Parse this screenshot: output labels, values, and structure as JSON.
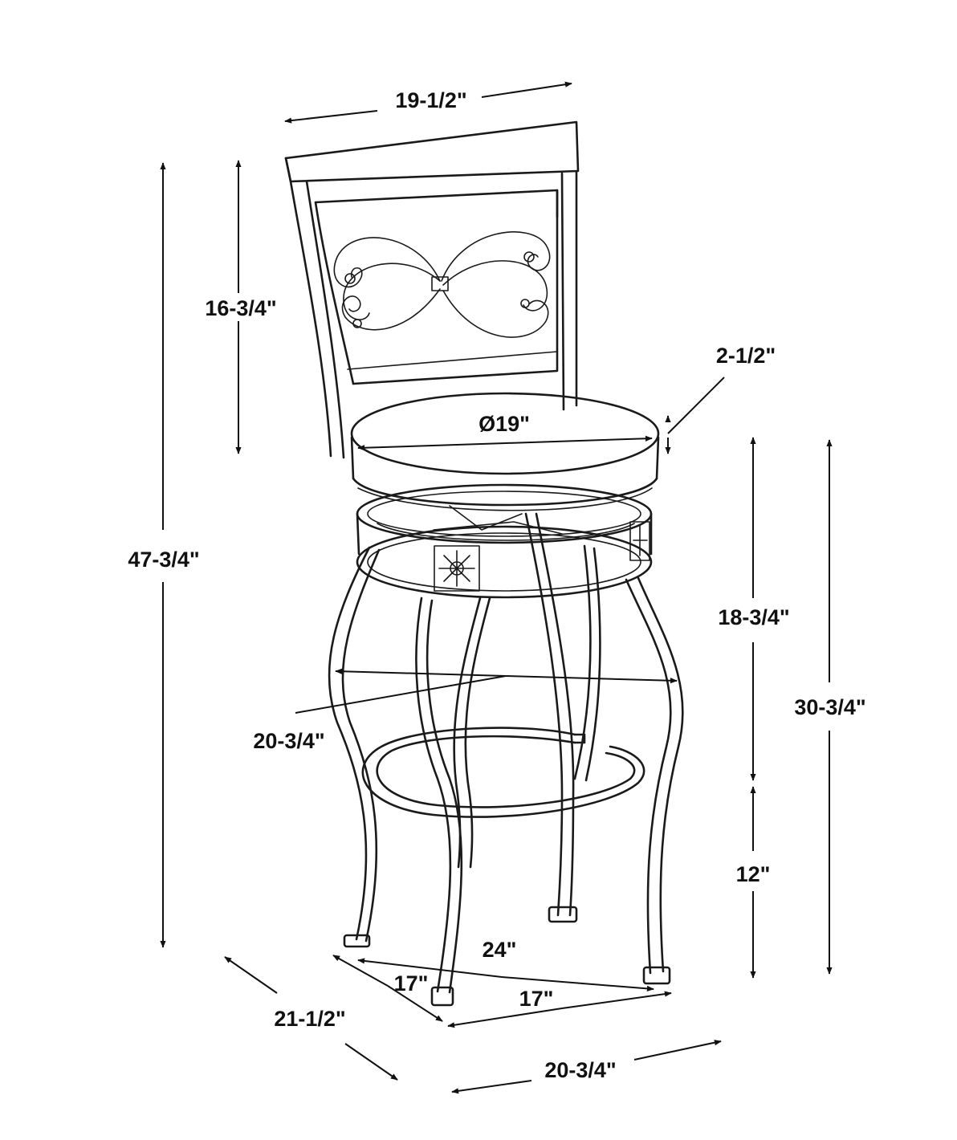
{
  "colors": {
    "line": "#1a1a1a",
    "background": "#ffffff"
  },
  "dimensions": {
    "back_width": "19-1/2\"",
    "back_height": "16-3/4\"",
    "overall_height": "47-3/4\"",
    "seat_thickness": "2-1/2\"",
    "seat_diameter": "Ø19\"",
    "seat_to_footrest": "18-3/4\"",
    "seat_height": "30-3/4\"",
    "leg_span": "20-3/4\"",
    "footrest_height": "12\"",
    "base_diagonal": "24\"",
    "base_side_left": "17\"",
    "base_side_right": "17\"",
    "overall_depth": "21-1/2\"",
    "overall_width": "20-3/4\""
  }
}
